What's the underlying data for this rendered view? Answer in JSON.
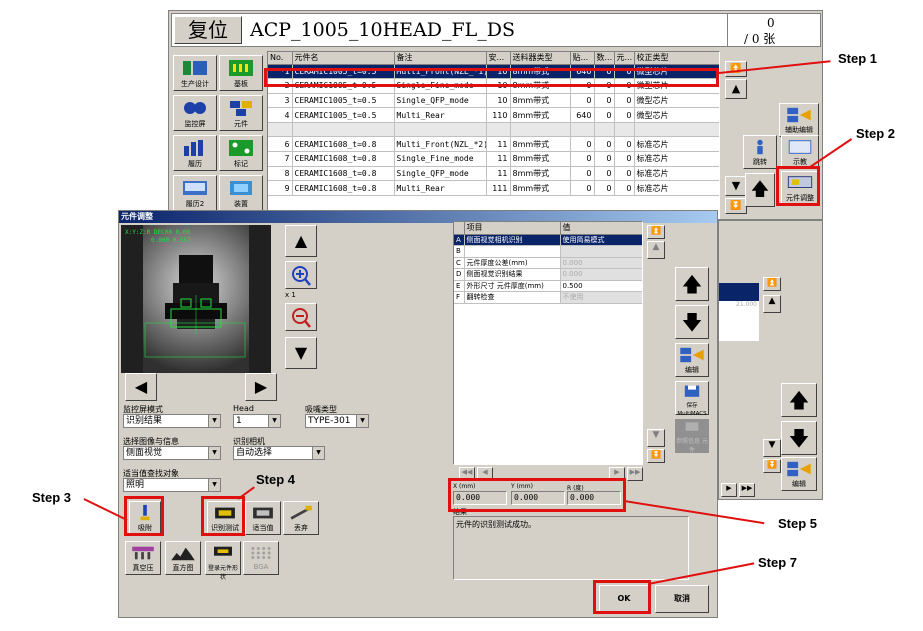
{
  "header": {
    "reset_label": "复位",
    "program_name": "ACP_1005_10HEAD_FL_DS",
    "count_top": "0",
    "count_bottom": "/ 0 张"
  },
  "sidebar_left": [
    {
      "label": "生产设计"
    },
    {
      "label": "基板"
    },
    {
      "label": "监控屏"
    },
    {
      "label": "元件"
    },
    {
      "label": "履历"
    },
    {
      "label": "标记"
    },
    {
      "label": "履历2"
    },
    {
      "label": "装置"
    }
  ],
  "parts_table": {
    "headers": [
      "No.",
      "元件名",
      "备注",
      "安...",
      "送料器类型",
      "贴...",
      "数...",
      "元...",
      "校正类型"
    ],
    "rows": [
      {
        "no": "*1",
        "name": "CERAMIC1005_t=0.5",
        "note": "Multi_Front(NZL_*1)",
        "a": "10",
        "feeder": "8mm带式",
        "b": "640",
        "c": "0",
        "d": "0",
        "type": "微型芯片"
      },
      {
        "no": "2",
        "name": "CERAMIC1005_t=0.5",
        "note": "Single_Fine_mode",
        "a": "10",
        "feeder": "8mm带式",
        "b": "0",
        "c": "0",
        "d": "0",
        "type": "微型芯片"
      },
      {
        "no": "3",
        "name": "CERAMIC1005_t=0.5",
        "note": "Single_QFP_mode",
        "a": "10",
        "feeder": "8mm带式",
        "b": "0",
        "c": "0",
        "d": "0",
        "type": "微型芯片"
      },
      {
        "no": "4",
        "name": "CERAMIC1005_t=0.5",
        "note": "Multi_Rear",
        "a": "110",
        "feeder": "8mm带式",
        "b": "640",
        "c": "0",
        "d": "0",
        "type": "微型芯片"
      },
      {
        "no": "",
        "name": "",
        "note": "",
        "a": "",
        "feeder": "",
        "b": "",
        "c": "",
        "d": "",
        "type": ""
      },
      {
        "no": "6",
        "name": "CERAMIC1608_t=0.8",
        "note": "Multi_Front(NZL_*2)",
        "a": "11",
        "feeder": "8mm带式",
        "b": "0",
        "c": "0",
        "d": "0",
        "type": "标准芯片"
      },
      {
        "no": "7",
        "name": "CERAMIC1608_t=0.8",
        "note": "Single_Fine_mode",
        "a": "11",
        "feeder": "8mm带式",
        "b": "0",
        "c": "0",
        "d": "0",
        "type": "标准芯片"
      },
      {
        "no": "8",
        "name": "CERAMIC1608_t=0.8",
        "note": "Single_QFP_mode",
        "a": "11",
        "feeder": "8mm带式",
        "b": "0",
        "c": "0",
        "d": "0",
        "type": "标准芯片"
      },
      {
        "no": "9",
        "name": "CERAMIC1608_t=0.8",
        "note": "Multi_Rear",
        "a": "111",
        "feeder": "8mm带式",
        "b": "0",
        "c": "0",
        "d": "0",
        "type": "标准芯片"
      }
    ]
  },
  "right_panel": {
    "aux_edit": "辅助编辑",
    "show": "示教",
    "component_adjust": "元件调整",
    "edit": "编辑",
    "jump": "跳转"
  },
  "dialog": {
    "title": "元件调整",
    "camera_overlay_1": "X:Y:Z:R  DEC00 0.00",
    "camera_overlay_2": "0.000 0.557",
    "zoom_label": "x 1",
    "monitor_mode_label": "监控屏模式",
    "monitor_mode_value": "识别结果",
    "head_label": "Head",
    "head_value": "1",
    "nozzle_type_label": "吸嘴类型",
    "nozzle_type_value": "TYPE-301",
    "select_image_label": "选择图像与信息",
    "select_image_value": "侧面视觉",
    "recog_camera_label": "识别相机",
    "recog_camera_value": "自动选择",
    "adjust_target_label": "适当值查找对象",
    "adjust_target_value": "照明",
    "btn_pickup": "吸附",
    "btn_recog_test": "识别测试",
    "btn_optimal": "适当值",
    "btn_discard": "丢弃",
    "btn_vacuum": "真空压",
    "btn_histogram": "直方图",
    "btn_register": "登录元件形状",
    "btn_bga": "BGA",
    "params": {
      "headers": [
        "项目",
        "值"
      ],
      "rows": [
        {
          "key": "A",
          "item": "侧面视觉相机识别",
          "value": "使用简易模式"
        },
        {
          "key": "B",
          "item": "",
          "value": ""
        },
        {
          "key": "C",
          "item": "元件厚度公差(mm)",
          "value": "0.000"
        },
        {
          "key": "D",
          "item": "侧面视觉识别结果",
          "value": "0.000"
        },
        {
          "key": "E",
          "item": "外形尺寸 元件厚度(mm)",
          "value": "0.500"
        },
        {
          "key": "F",
          "item": "翻转检查",
          "value": "不使用"
        }
      ]
    },
    "right_btn_edit": "编辑",
    "right_btn_save": "保存 MultiMACS",
    "right_btn_ref": "参照信息 元件",
    "result": {
      "x_label": "X (mm)",
      "y_label": "Y (mm)",
      "r_label": "R (度)",
      "x": "0.000",
      "y": "0.000",
      "r": "0.000",
      "result_label": "结果",
      "message": "元件的识别测试成功。"
    },
    "ok_label": "OK",
    "cancel_label": "取消"
  },
  "bg_right_panel": {
    "edit": "编辑",
    "value": "21.000"
  },
  "annotations": [
    "Step 1",
    "Step 2",
    "Step 3",
    "Step 4",
    "Step 5",
    "Step 7"
  ]
}
